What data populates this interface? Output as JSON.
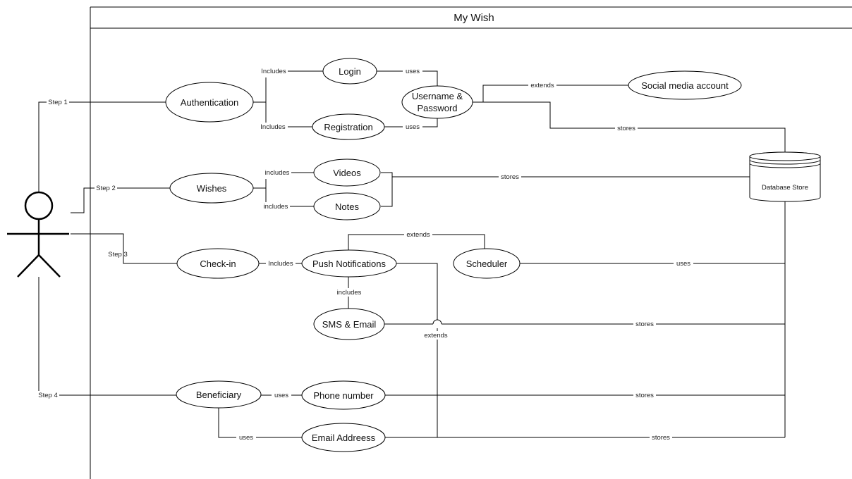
{
  "system": {
    "title": "My Wish"
  },
  "use_cases": {
    "authentication": "Authentication",
    "login": "Login",
    "registration": "Registration",
    "username_password_1": "Username &",
    "username_password_2": "Password",
    "social_media": "Social media account",
    "wishes": "Wishes",
    "videos": "Videos",
    "notes": "Notes",
    "checkin": "Check-in",
    "push": "Push Notifications",
    "scheduler": "Scheduler",
    "sms_email": "SMS & Email",
    "beneficiary": "Beneficiary",
    "phone": "Phone number",
    "email_address": "Email Addreess"
  },
  "database": {
    "label": "Database Store"
  },
  "steps": {
    "s1": "Step 1",
    "s2": "Step 2",
    "s3": "Step 3",
    "s4": "Step 4"
  },
  "relations": {
    "includes_cap": "Includes",
    "includes_low": "includes",
    "uses": "uses",
    "extends": "extends",
    "stores": "stores"
  }
}
